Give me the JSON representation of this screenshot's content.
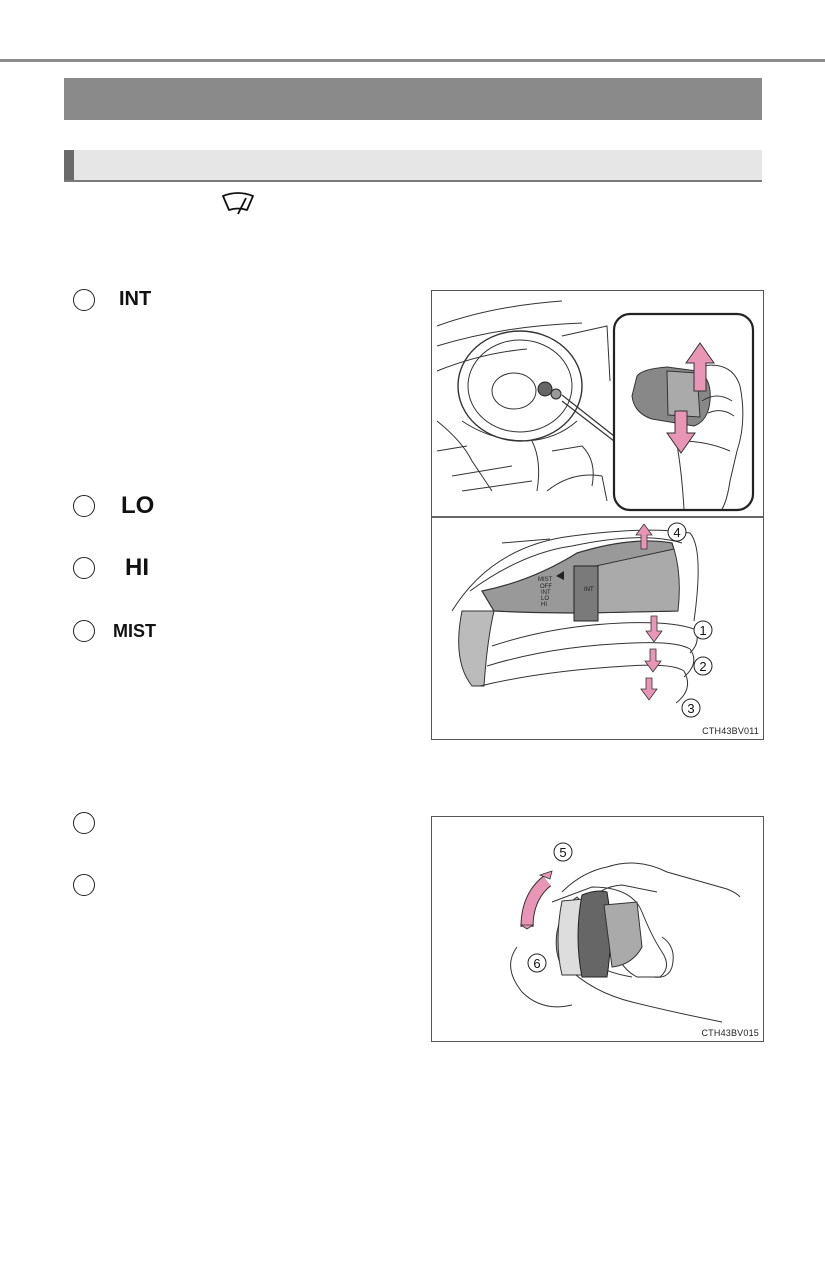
{
  "page": {
    "section_header": "",
    "subsection_header": ""
  },
  "wiper_symbol": {
    "icon": "windshield-wiper-icon"
  },
  "wiper_modes": [
    {
      "label": "INT"
    },
    {
      "label": "LO"
    },
    {
      "label": "HI"
    },
    {
      "label": "MIST"
    }
  ],
  "interval_items": [
    {
      "label": ""
    },
    {
      "label": ""
    }
  ],
  "figure1": {
    "code": "CTH43BV011",
    "callouts": [
      "1",
      "2",
      "3",
      "4"
    ],
    "lever_labels": [
      "MIST",
      "OFF",
      "INT",
      "LO",
      "HI"
    ],
    "ring_label": "INT"
  },
  "figure2": {
    "code": "CTH43BV015",
    "callouts": [
      "5",
      "6"
    ]
  },
  "colors": {
    "arrow_pink": "#e995b6",
    "arrow_stroke": "#333333",
    "line": "#333333"
  }
}
